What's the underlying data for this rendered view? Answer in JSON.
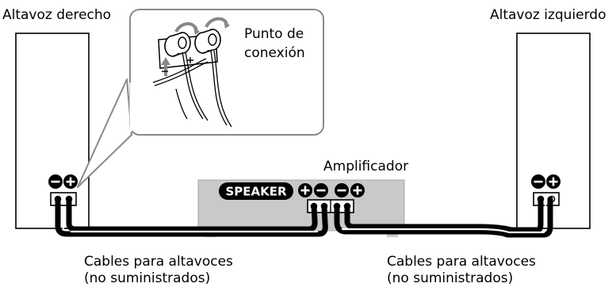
{
  "labels": {
    "right_speaker": "Altavoz derecho",
    "left_speaker": "Altavoz izquierdo",
    "amplifier": "Amplificador",
    "speaker_badge": "SPEAKER",
    "connection_point_line1": "Punto de",
    "connection_point_line2": "conexión",
    "cables_left_line1": "Cables para altavoces",
    "cables_left_line2": "(no suministrados)",
    "cables_right_line1": "Cables para altavoces",
    "cables_right_line2": "(no suministrados)"
  },
  "terminal_polarity": {
    "right_speaker": [
      "-",
      "+"
    ],
    "amplifier_group_1": [
      "+",
      "-"
    ],
    "amplifier_group_2": [
      "-",
      "+"
    ],
    "left_speaker": [
      "-",
      "+"
    ]
  },
  "colors": {
    "speaker_fill": "#ffffff",
    "amplifier_fill": "#c9c9c9",
    "badge_fill": "#000000",
    "callout_stroke": "#8a8a8a"
  }
}
